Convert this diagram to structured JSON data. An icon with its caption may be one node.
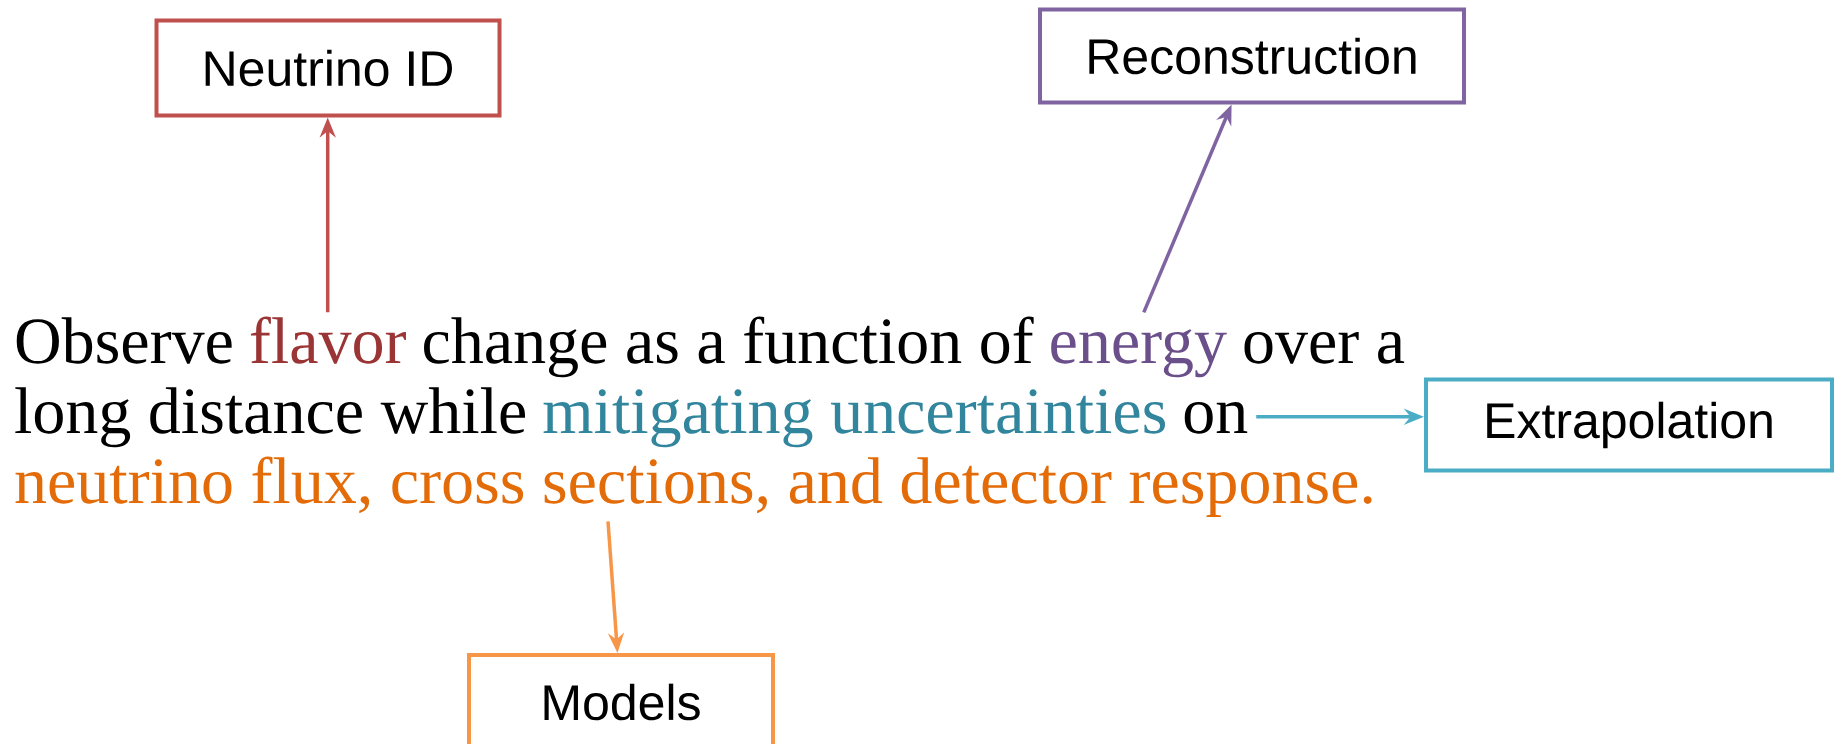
{
  "diagram": {
    "nodes": [
      {
        "text": [
          "Observe",
          "flavor",
          "change as a function of",
          "energy",
          "over a",
          "long distance while",
          "mitigating uncertainties",
          "on",
          "neutrino flux, cross sections, and detector response."
        ]
      },
      {
        "text": [
          "Neutrino ID"
        ]
      },
      {
        "text": [
          "Reconstruction"
        ]
      },
      {
        "text": [
          "Extrapolation"
        ]
      },
      {
        "text": [
          "Models"
        ]
      }
    ],
    "edges": [
      {
        "from": 0,
        "to": 1,
        "arrow": "to",
        "color": "#c0504d"
      },
      {
        "from": 0,
        "to": 2,
        "arrow": "to",
        "color": "#8064a2"
      },
      {
        "from": 0,
        "to": 3,
        "arrow": "to",
        "color": "#4bacc6"
      },
      {
        "from": 0,
        "to": 4,
        "arrow": "to",
        "color": "#f79646"
      }
    ]
  }
}
